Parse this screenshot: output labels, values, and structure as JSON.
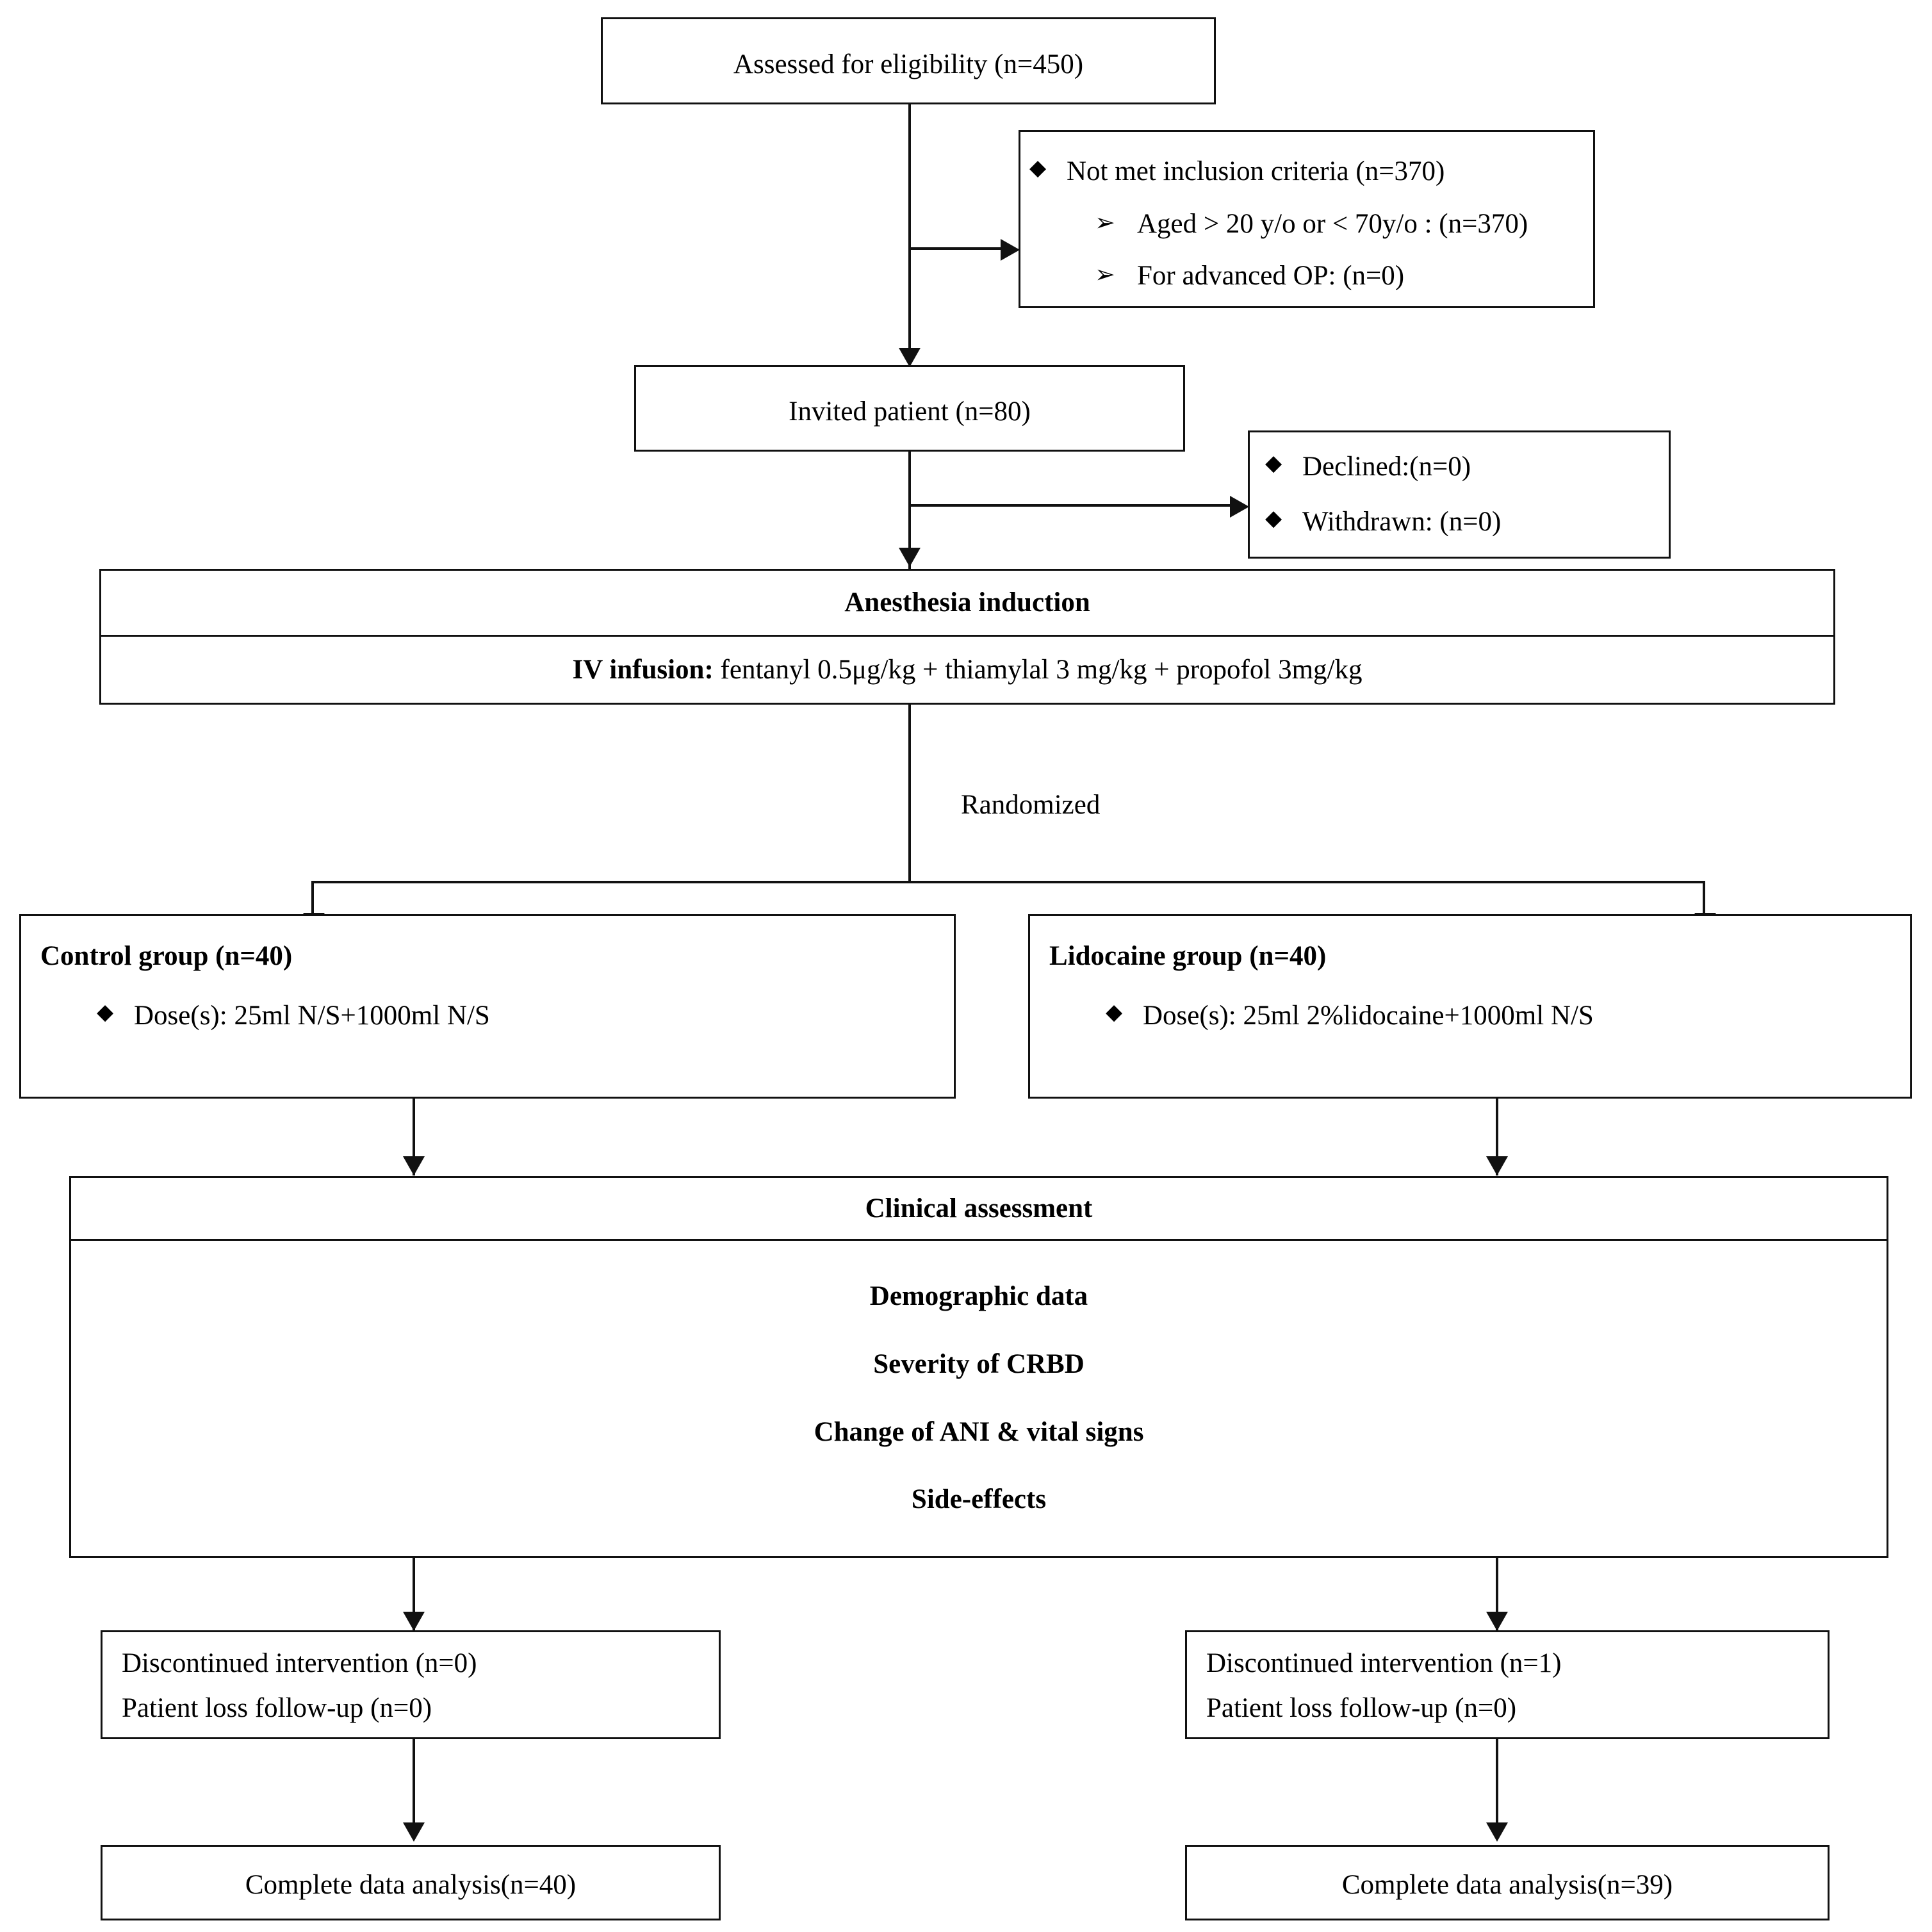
{
  "diagram": {
    "title": "CONSORT participant flow diagram",
    "type": "flowchart",
    "line_color": "#111111",
    "background": "#ffffff",
    "nodes": {
      "assessed": {
        "text": "Assessed for eligibility (n=450)"
      },
      "excluded": {
        "items": [
          {
            "bullet": "diamond",
            "text": "Not met inclusion criteria (n=370)"
          },
          {
            "bullet": "arrow",
            "text": "Aged > 20 y/o or < 70y/o : (n=370)"
          },
          {
            "bullet": "arrow",
            "text": "For advanced OP: (n=0)"
          }
        ]
      },
      "invited": {
        "text": "Invited patient (n=80)"
      },
      "declined": {
        "items": [
          {
            "bullet": "diamond",
            "text": "Declined:(n=0)"
          },
          {
            "bullet": "diamond",
            "text": "Withdrawn: (n=0)"
          }
        ]
      },
      "anesthesia": {
        "header": "Anesthesia induction",
        "body_label": "IV infusion:",
        "body_text": "fentanyl 0.5μg/kg + thiamylal 3 mg/kg + propofol 3mg/kg"
      },
      "randomized_label": "Randomized",
      "control_group": {
        "title": "Control group (n=40)",
        "items": [
          {
            "bullet": "diamond",
            "text": "Dose(s): 25ml N/S+1000ml N/S"
          }
        ]
      },
      "lidocaine_group": {
        "title": "Lidocaine group (n=40)",
        "items": [
          {
            "bullet": "diamond",
            "text": "Dose(s): 25ml 2%lidocaine+1000ml N/S"
          }
        ]
      },
      "clinical_assessment": {
        "header": "Clinical assessment",
        "items": [
          "Demographic data",
          "Severity of CRBD",
          "Change of ANI & vital signs",
          "Side-effects"
        ]
      },
      "control_dropout": {
        "lines": [
          "Discontinued intervention (n=0)",
          "Patient loss follow-up (n=0)"
        ]
      },
      "lidocaine_dropout": {
        "lines": [
          "Discontinued intervention (n=1)",
          "Patient loss follow-up (n=0)"
        ]
      },
      "control_analysis": {
        "text": "Complete data analysis(n=40)"
      },
      "lidocaine_analysis": {
        "text": "Complete data analysis(n=39)"
      }
    },
    "counts": {
      "assessed_n": 450,
      "not_met_inclusion_n": 370,
      "aged_excluded_n": 370,
      "advanced_op_n": 0,
      "invited_n": 80,
      "declined_n": 0,
      "withdrawn_n": 0,
      "control_n": 40,
      "lidocaine_n": 40,
      "control_discontinued_n": 0,
      "control_lost_followup_n": 0,
      "lidocaine_discontinued_n": 1,
      "lidocaine_lost_followup_n": 0,
      "control_analyzed_n": 40,
      "lidocaine_analyzed_n": 39
    }
  }
}
